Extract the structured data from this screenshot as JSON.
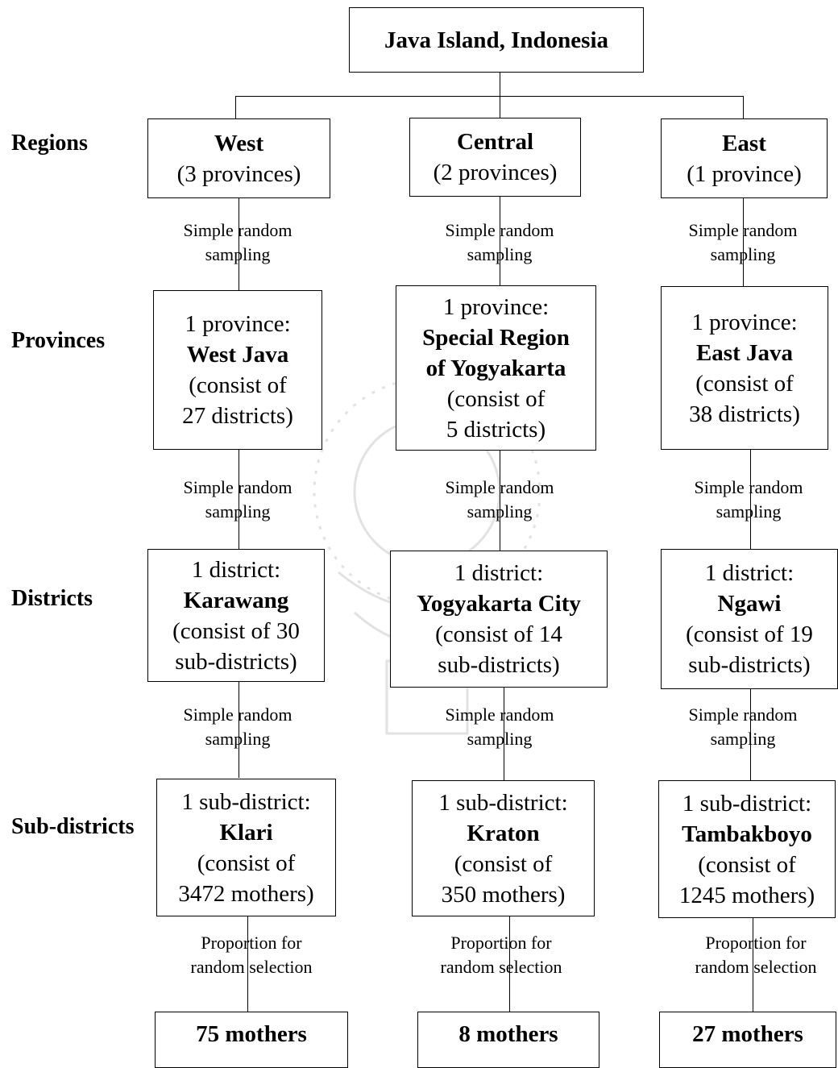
{
  "root": "Java Island, Indonesia",
  "levels": {
    "regions": "Regions",
    "provinces": "Provinces",
    "districts": "Districts",
    "subdistricts": "Sub-districts"
  },
  "sampling": {
    "simple_1": "Simple random",
    "simple_2": "sampling",
    "proportion_1": "Proportion for",
    "proportion_2": "random selection"
  },
  "columns": [
    {
      "region": {
        "name": "West",
        "detail": "(3 provinces)"
      },
      "province": {
        "line1": "1 province:",
        "name_lines": [
          "West Java"
        ],
        "detail_lines": [
          "(consist of",
          "27 districts)"
        ]
      },
      "district": {
        "line1": "1 district:",
        "name": "Karawang",
        "detail_lines": [
          "(consist of 30",
          "sub-districts)"
        ]
      },
      "subdistrict": {
        "line1": "1 sub-district:",
        "name": "Klari",
        "detail_lines": [
          "(consist of",
          "3472 mothers)"
        ]
      },
      "sample": "75 mothers"
    },
    {
      "region": {
        "name": "Central",
        "detail": "(2 provinces)"
      },
      "province": {
        "line1": "1 province:",
        "name_lines": [
          "Special Region",
          "of Yogyakarta"
        ],
        "detail_lines": [
          "(consist of",
          "5 districts)"
        ]
      },
      "district": {
        "line1": "1 district:",
        "name": "Yogyakarta City",
        "detail_lines": [
          "(consist of 14",
          "sub-districts)"
        ]
      },
      "subdistrict": {
        "line1": "1 sub-district:",
        "name": "Kraton",
        "detail_lines": [
          "(consist of",
          "350 mothers)"
        ]
      },
      "sample": "8 mothers"
    },
    {
      "region": {
        "name": "East",
        "detail": "(1 province)"
      },
      "province": {
        "line1": "1 province:",
        "name_lines": [
          "East Java"
        ],
        "detail_lines": [
          "(consist of",
          "38 districts)"
        ]
      },
      "district": {
        "line1": "1 district:",
        "name": "Ngawi",
        "detail_lines": [
          "(consist of 19",
          "sub-districts)"
        ]
      },
      "subdistrict": {
        "line1": "1 sub-district:",
        "name": "Tambakboyo",
        "detail_lines": [
          "(consist of",
          "1245 mothers)"
        ]
      },
      "sample": "27 mothers"
    }
  ]
}
